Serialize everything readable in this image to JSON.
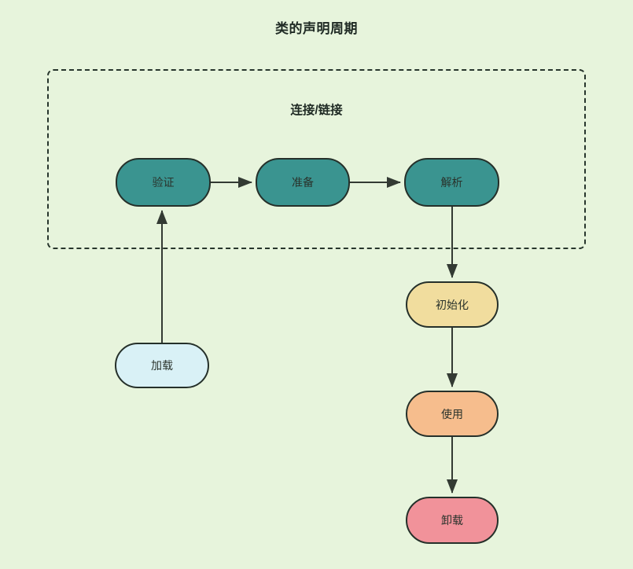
{
  "diagram": {
    "title": "类的声明周期",
    "type": "flowchart",
    "background_color": "#e7f4dc",
    "subgraph": {
      "label": "连接/链接",
      "border_style": "dashed",
      "border_color": "#27352c"
    },
    "nodes": [
      {
        "id": "verify",
        "label": "验证",
        "color": "#3a9490",
        "shape": "stadium"
      },
      {
        "id": "prepare",
        "label": "准备",
        "color": "#3a9490",
        "shape": "stadium"
      },
      {
        "id": "resolve",
        "label": "解析",
        "color": "#3a9490",
        "shape": "stadium"
      },
      {
        "id": "load",
        "label": "加载",
        "color": "#d9f1f6",
        "shape": "stadium"
      },
      {
        "id": "init",
        "label": "初始化",
        "color": "#f1dd9e",
        "shape": "stadium"
      },
      {
        "id": "use",
        "label": "使用",
        "color": "#f6bd8d",
        "shape": "stadium"
      },
      {
        "id": "unload",
        "label": "卸载",
        "color": "#f1929a",
        "shape": "stadium"
      }
    ],
    "edges": [
      {
        "from": "load",
        "to": "verify",
        "direction": "up",
        "label": ""
      },
      {
        "from": "verify",
        "to": "prepare",
        "direction": "right",
        "label": ""
      },
      {
        "from": "prepare",
        "to": "resolve",
        "direction": "right",
        "label": ""
      },
      {
        "from": "resolve",
        "to": "init",
        "direction": "down",
        "label": ""
      },
      {
        "from": "init",
        "to": "use",
        "direction": "down",
        "label": ""
      },
      {
        "from": "use",
        "to": "unload",
        "direction": "down",
        "label": ""
      }
    ]
  }
}
